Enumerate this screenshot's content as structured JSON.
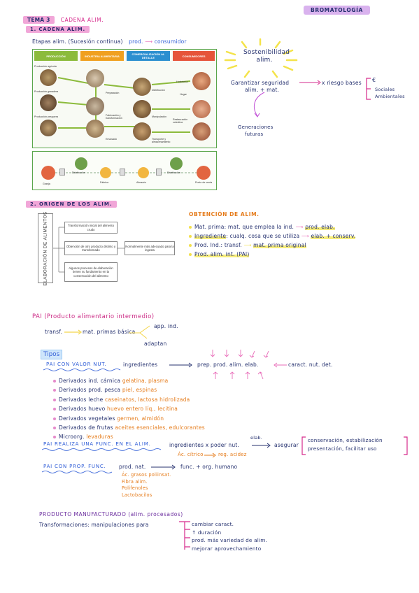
{
  "header": {
    "tema": "TEMA 3",
    "tema_title": "CADENA ALIM.",
    "subject": "BROMATOLOGÍA"
  },
  "section1": {
    "title": "1. CADENA ALIM.",
    "etapas_label": "Etapas alim. (Sucesión continua)",
    "prod_label": "prod.",
    "consumidor_label": "consumidor",
    "diagram": {
      "stages": [
        {
          "n": "1",
          "label": "PRODUCCIÓN",
          "color": "#8cbb3c"
        },
        {
          "n": "2",
          "label": "INDUSTRIA ALIMENTARIA",
          "color": "#f0a020"
        },
        {
          "n": "3",
          "label": "COMERCIALIZACIÓN AL DETALLE",
          "color": "#2c8fd0"
        },
        {
          "n": "4",
          "label": "CONSUMIDORES",
          "color": "#e6543a"
        }
      ],
      "circle_labels": [
        "Producción agrícola",
        "Producción ganadera",
        "Producción pesquera",
        "Preparación",
        "Fabricación y transformación",
        "Envasado",
        "Distribución",
        "Manipulación",
        "Transporte y almacenamiento",
        "Hostelería",
        "Hogar",
        "Restauración colectiva"
      ],
      "flow_labels": [
        "Granja",
        "Distribución",
        "Fábrica",
        "Almacén",
        "Distribución",
        "Punto de venta"
      ]
    },
    "sostenibilidad": "Sostenibilidad alim.",
    "garantizar": "Garantizar seguridad",
    "alim_mat": "alim. + mat.",
    "riesgo": "x riesgo bases",
    "euro": "€",
    "sociales": "Sociales",
    "ambientales": "Ambientales",
    "generaciones": "Generaciones",
    "futuras": "futuras"
  },
  "section2": {
    "title": "2. ORIGEN DE LOS ALIM.",
    "elaboracion_label": "ELABORACIÓN DE ALIMENTOS",
    "boxes": [
      "Transformación inicial del alimento crudo",
      "Obtención de otro producto distinto y transformado",
      "Algunos procesos de elaboración tienen su fundamento en la conservación del alimento"
    ],
    "side_box": "Normalmente más adecuado para la ingesta",
    "obtencion_title": "OBTENCIÓN DE ALIM.",
    "items": [
      {
        "key": "Mat. prima",
        "desc": ": mat. que emplea la ind.",
        "arrow": "prod. elab."
      },
      {
        "key": "Ingrediente",
        "desc": ": cualq. cosa que se utiliza",
        "arrow": "elab. + conserv."
      },
      {
        "key": "Prod. Ind.",
        "desc": ": transf.",
        "arrow": "mat. prima original"
      },
      {
        "key": "Prod. alim. int. (PAI)",
        "desc": "",
        "arrow": ""
      }
    ]
  },
  "pai": {
    "title": "PAI (Producto alimentario intermedio)",
    "transf": "transf.",
    "mat_primas": "mat. primas básica",
    "app_ind": "app. ind.",
    "adaptan": "adaptan",
    "tipos": "Tipos",
    "valor_nut": {
      "title": "PAI CON VALOR NUT.",
      "ingredientes": "ingredientes",
      "prep": "prep. prod. alim. elab.",
      "caract": "caract. nut. det."
    },
    "derivados": [
      {
        "name": "Derivados ind. cárnica",
        "example": "gelatina, plasma"
      },
      {
        "name": "Derivados prod. pesca",
        "example": "piel, espinas"
      },
      {
        "name": "Derivados leche",
        "example": "caseinatos, lactosa hidrolizada"
      },
      {
        "name": "Derivados huevo",
        "example": "huevo entero líq., lecitina"
      },
      {
        "name": "Derivados vegetales",
        "example": "germen, almidón"
      },
      {
        "name": "Derivados de frutas",
        "example": "aceites esenciales, edulcorantes"
      },
      {
        "name": "Microorg.",
        "example": "levaduras"
      }
    ],
    "func": {
      "title": "PAI REALIZA UNA FUNC. EN EL ALIM.",
      "ingredientes": "ingredientes x poder nut.",
      "elab": "elab.",
      "asegurar": "asegurar",
      "ac_citrico": "Ác. cítrico",
      "reg_acidez": "reg. acidez",
      "opts1": "conservación, estabilización",
      "opts2": "presentación, facilitar uso"
    },
    "prop_func": {
      "title": "PAI CON PROP. FUNC.",
      "prod_nat": "prod. nat.",
      "func_org": "func. + org. humano",
      "examples": [
        "Ác. grasos poliinsat.",
        "Fibra alim.",
        "Polifenoles",
        "Lactobacilos"
      ]
    }
  },
  "manufacturado": {
    "title": "PRODUCTO MANUFACTURADO (alim. procesados)",
    "transformaciones": "Transformaciones: manipulaciones para",
    "list": [
      "cambiar caract.",
      "↑ duración",
      "prod. más variedad de alim.",
      "mejorar aprovechamiento"
    ]
  }
}
